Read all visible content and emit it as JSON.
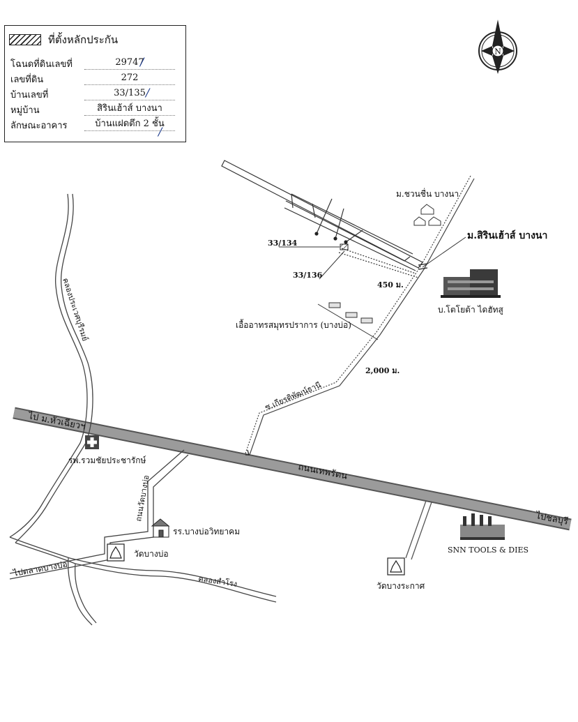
{
  "legend": {
    "title": "ที่ตั้งหลักประกัน",
    "rows": [
      {
        "label": "โฉนดที่ดินเลขที่",
        "value": "29747"
      },
      {
        "label": "เลขที่ดิน",
        "value": "272"
      },
      {
        "label": "บ้านเลขที่",
        "value": "33/135"
      },
      {
        "label": "หมู่บ้าน",
        "value": "สิรินเฮ้าส์ บางนา"
      },
      {
        "label": "ลักษณะอาคาร",
        "value": "บ้านแฝดตึก 2 ชั้น"
      }
    ]
  },
  "compass": {
    "label": "N"
  },
  "labels": {
    "village_chuan": "ม.ชวนชื่น บางนา",
    "village_sirin": "ม.สิรินเฮ้าส์ บางนา",
    "plot_134": "33/134",
    "plot_136": "33/136",
    "dist_450": "450 ม.",
    "toyota": "บ.โตโยต้า ไดฮัทสู",
    "housing": "เอื้ออาทรสมุทรปราการ (บางบ่อ)",
    "dist_2000": "2,000 ม.",
    "soi": "ซ.เกียรติพัฒน์ธานี",
    "to_huachiew": "ไป ม.หัวเฉียวฯ",
    "to_chonburi": "ไปชลบุรี",
    "thepharat": "ถนนเทพรัตน",
    "canal_prawet": "คลองประเวศบุรีรมย์",
    "hospital": "รพ.รวมชัยประชารักษ์",
    "wat_bangbo_road": "ถนนวัดบางบ่อ",
    "school": "รร.บางบ่อวิทยาคม",
    "wat_bangbo": "วัดบางบ่อ",
    "to_market": "ไปตลาดบางบ่อ",
    "canal_samrong": "คลองสำโรง",
    "snn": "SNN TOOLS & DIES",
    "wat_rakhat": "วัดบางระกาศ"
  },
  "icons": [
    "compass-icon",
    "hospital-icon",
    "temple-icon",
    "school-icon",
    "factory-icon",
    "house-icon",
    "office-building-icon"
  ],
  "colors": {
    "ink": "#222222",
    "road": "#8a8a8a",
    "check": "#1c3a8c"
  }
}
